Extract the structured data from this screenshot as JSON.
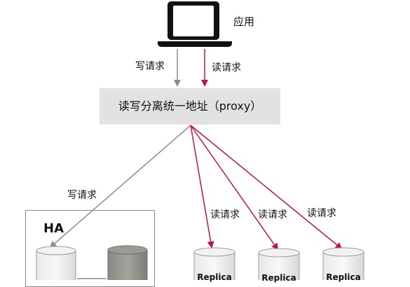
{
  "app": {
    "label": "应用",
    "icon": "laptop-icon"
  },
  "proxy": {
    "label": "读写分离统一地址（proxy）"
  },
  "edges": {
    "write_top": "写请求",
    "read_top": "读请求",
    "write_ha": "写请求",
    "read_1": "读请求",
    "read_2": "读请求",
    "read_3": "读请求"
  },
  "ha": {
    "label": "HA"
  },
  "replicas": [
    {
      "label": "Replica"
    },
    {
      "label": "Replica"
    },
    {
      "label": "Replica"
    }
  ],
  "colors": {
    "write_arrow": "#8c8c8c",
    "read_arrow": "#c0163a",
    "proxy_bg": "#e2e2e2"
  }
}
